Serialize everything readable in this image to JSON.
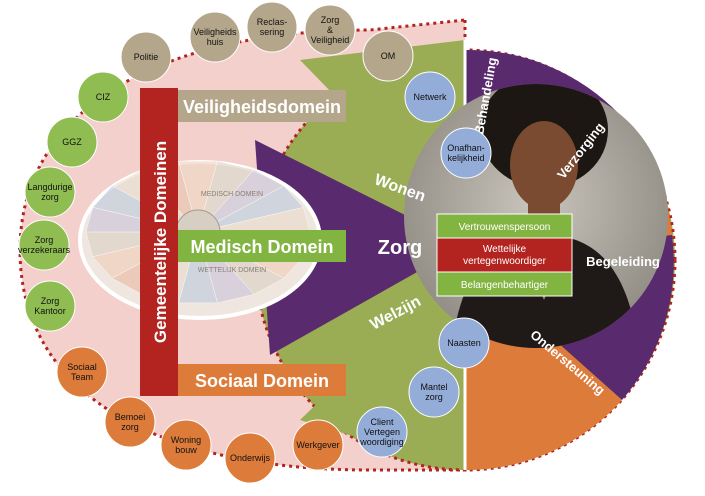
{
  "colors": {
    "tan": "#b4a68a",
    "lightGreen": "#8fbd52",
    "orange": "#dd7b3a",
    "blue": "#94acd8",
    "purple": "#5a2a6e",
    "darkRed": "#b3231f",
    "green": "#82b441",
    "pinkBg": "#f3d0cc",
    "olive": "#9aad55"
  },
  "banners": {
    "gemeentelijk": "Gemeentelijke Domeinen",
    "veiligheid": "Veiligheidsdomein",
    "medisch": "Medisch Domein",
    "sociaal": "Sociaal Domein"
  },
  "wedges": {
    "center": "Zorg",
    "wonen": "Wonen",
    "welzijn": "Welzijn",
    "behandeling": "Behandeling",
    "verzorging": "Verzorging",
    "begeleiding": "Begeleiding",
    "ondersteuning": "Ondersteuning"
  },
  "roles": {
    "top": "Vertrouwenspersoon",
    "middle": "Wettelijke vertegenwoordiger",
    "bottom": "Belangenbehartiger"
  },
  "inset": {
    "watermark1": "MEDISCH DOMEIN",
    "watermark2": "WETTELIJK DOMEIN"
  },
  "outerNodes": [
    {
      "label": "Politie",
      "color": "tan"
    },
    {
      "label": "Veiligheids huis",
      "color": "tan"
    },
    {
      "label": "Reclas- sering",
      "color": "tan"
    },
    {
      "label": "Zorg & Veiligheid",
      "color": "tan"
    },
    {
      "label": "OM",
      "color": "tan"
    },
    {
      "label": "CIZ",
      "color": "lightGreen"
    },
    {
      "label": "GGZ",
      "color": "lightGreen"
    },
    {
      "label": "Langdurige zorg",
      "color": "lightGreen"
    },
    {
      "label": "Zorg verzekeraars",
      "color": "lightGreen"
    },
    {
      "label": "Zorg Kantoor",
      "color": "lightGreen"
    },
    {
      "label": "Sociaal Team",
      "color": "orange"
    },
    {
      "label": "Bemoei zorg",
      "color": "orange"
    },
    {
      "label": "Woning bouw",
      "color": "orange"
    },
    {
      "label": "Onderwijs",
      "color": "orange"
    },
    {
      "label": "Werkgever",
      "color": "orange"
    }
  ],
  "innerNodes": [
    {
      "label": "Netwerk"
    },
    {
      "label": "Onafhan- kelijkheid"
    },
    {
      "label": "Naasten"
    },
    {
      "label": "Mantel zorg"
    },
    {
      "label": "Client Vertegen woordiging"
    }
  ]
}
